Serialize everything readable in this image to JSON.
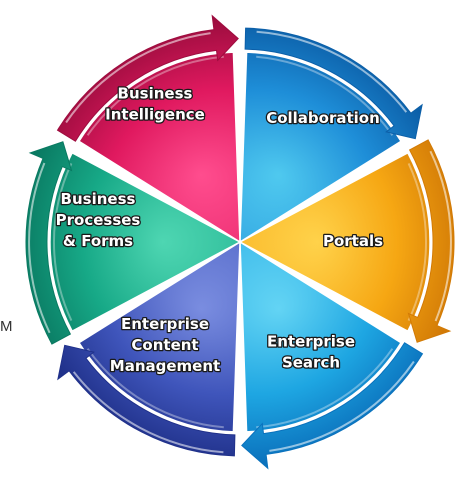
{
  "stray_char": "M",
  "segments": [
    {
      "id": "collaboration",
      "label_lines": [
        "Collaboration"
      ],
      "colors": [
        "#4fc9ef",
        "#1e8ed8",
        "#0c5fa8"
      ]
    },
    {
      "id": "portals",
      "label_lines": [
        "Portals"
      ],
      "colors": [
        "#ffd24a",
        "#f6a713",
        "#d27a06"
      ]
    },
    {
      "id": "enterprise-search",
      "label_lines": [
        "Enterprise",
        "Search"
      ],
      "colors": [
        "#63d4f4",
        "#1ea6e2",
        "#0b72bd"
      ]
    },
    {
      "id": "enterprise-content-management",
      "label_lines": [
        "Enterprise",
        "Content",
        "Management"
      ],
      "colors": [
        "#7a8de0",
        "#3f55bb",
        "#20318a"
      ]
    },
    {
      "id": "business-processes-forms",
      "label_lines": [
        "Business",
        "Processes",
        "& Forms"
      ],
      "colors": [
        "#4ed6b2",
        "#17a987",
        "#0a7a62"
      ]
    },
    {
      "id": "business-intelligence",
      "label_lines": [
        "Business",
        "Intelligence"
      ],
      "colors": [
        "#ff4d8e",
        "#e0195f",
        "#9e0d3f"
      ]
    }
  ]
}
